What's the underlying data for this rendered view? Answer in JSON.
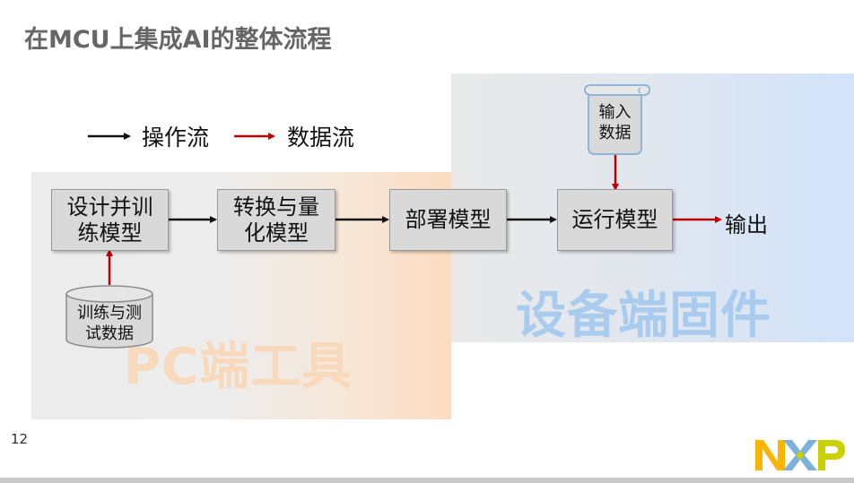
{
  "title": "在MCU上集成AI的整体流程",
  "legend": {
    "control_flow": "操作流",
    "data_flow": "数据流"
  },
  "regions": {
    "pc_tools": "PC端工具",
    "device_firmware": "设备端固件"
  },
  "nodes": {
    "design_train": {
      "line1": "设计并训",
      "line2": "练模型"
    },
    "convert_quantize": {
      "line1": "转换与量",
      "line2": "化模型"
    },
    "deploy": "部署模型",
    "run": "运行模型",
    "output": "输出",
    "dataset": {
      "line1": "训练与测",
      "line2": "试数据"
    },
    "input_data": {
      "line1": "输入",
      "line2": "数据"
    }
  },
  "colors": {
    "control_arrow": "#111111",
    "data_arrow": "#c00000",
    "pc_region_label": "#f8d9bb",
    "device_region_label": "#a8cbee"
  },
  "logo": {
    "text": "NXP",
    "colors": [
      "#f9b500",
      "#7bb1db",
      "#c9d200"
    ]
  },
  "page_number": "12"
}
